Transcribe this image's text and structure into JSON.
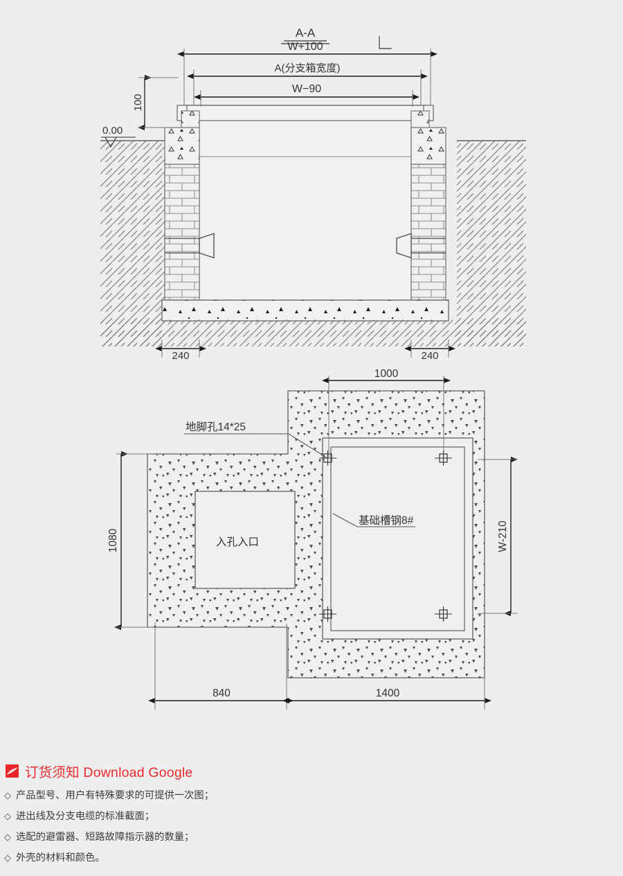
{
  "drawing": {
    "section_view": {
      "title": "A-A",
      "dims": {
        "overall_width": "W+100",
        "cabinet_width": "A(分支箱宽度)",
        "inner_width": "W−90",
        "top_height": "100",
        "ground_level": "0.00",
        "wall_left": "240",
        "wall_right": "240"
      }
    },
    "plan_view": {
      "dims": {
        "top_width": "1000",
        "left_height": "1080",
        "right_height": "W-210",
        "bottom_left": "840",
        "bottom_right": "1400"
      },
      "labels": {
        "anchor_hole": "地脚孔14*25",
        "manhole": "入孔入口",
        "channel_steel": "基础槽钢8#"
      }
    }
  },
  "notes": {
    "badge_icon": "swoosh-icon",
    "title": "订货须知 Download Google",
    "accent_color": "#ef2a2e",
    "items": [
      "产品型号、用户有特殊要求的可提供一次图；",
      "进出线及分支电缆的标准截面；",
      "选配的避雷器、短路故障指示器的数量；",
      "外壳的材料和颜色。"
    ],
    "bullet": "◇"
  }
}
